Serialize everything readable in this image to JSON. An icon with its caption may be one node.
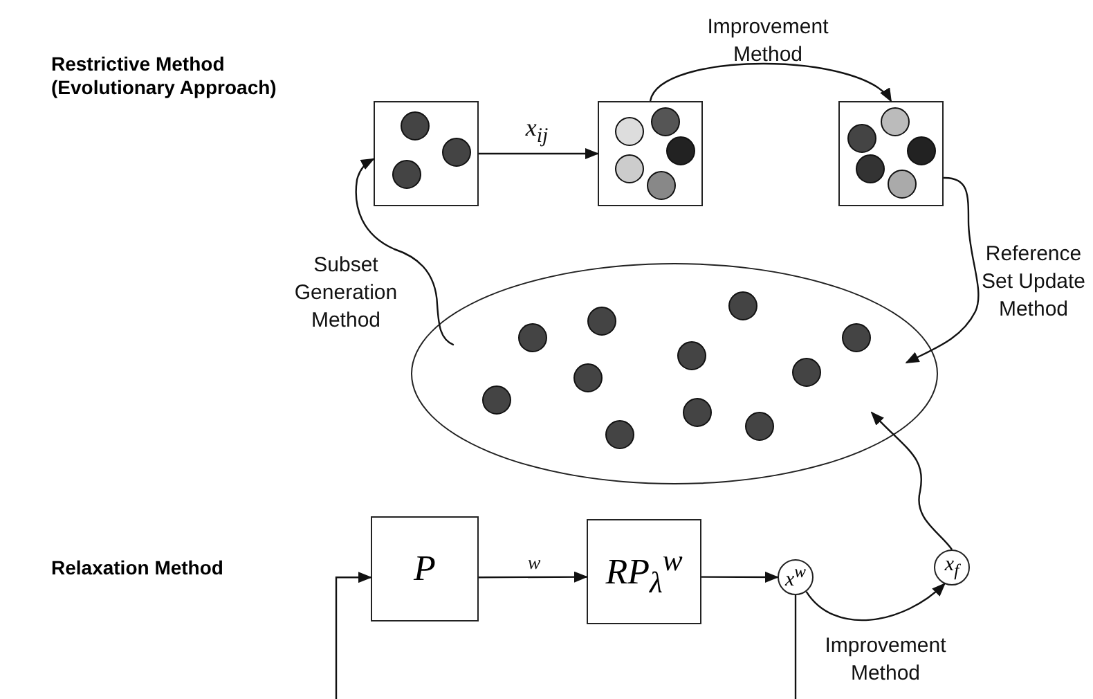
{
  "diagram": {
    "nodes": [
      {
        "text": [],
        "shape": "box"
      },
      {
        "text": [],
        "shape": "box"
      },
      {
        "text": [],
        "shape": "box"
      },
      {
        "text": [],
        "shape": "ellipse"
      },
      {
        "text": [
          "P"
        ]
      },
      {
        "text": [
          "RP$_{λ}$$^{w}$"
        ]
      },
      {
        "text": [
          "x$^{w}$"
        ]
      },
      {
        "text": [
          "x$_{f}$"
        ]
      }
    ],
    "edges": [
      {
        "from": 0,
        "to": 1,
        "arrow": "to",
        "label": "x$_{ij}$"
      },
      {
        "from": 1,
        "to": 2,
        "arrow": "to",
        "label": "Improvement Method"
      },
      {
        "from": 2,
        "to": 3,
        "arrow": "to",
        "label": "Reference Set Update Method"
      },
      {
        "from": 3,
        "to": 0,
        "arrow": "to",
        "label": "Subset Generation Method"
      },
      {
        "from": 4,
        "to": 5,
        "arrow": "to",
        "label": "w"
      },
      {
        "from": 5,
        "to": 6,
        "arrow": "to"
      },
      {
        "from": 6,
        "to": 7,
        "arrow": "to",
        "label": "Improvement Method"
      },
      {
        "from": 7,
        "to": 3,
        "arrow": "to"
      },
      {
        "from": 6,
        "to": 4,
        "arrow": "to"
      }
    ],
    "labels": [
      "Restrictive Method (Evolutionary Approach)",
      "Relaxation Method"
    ]
  }
}
